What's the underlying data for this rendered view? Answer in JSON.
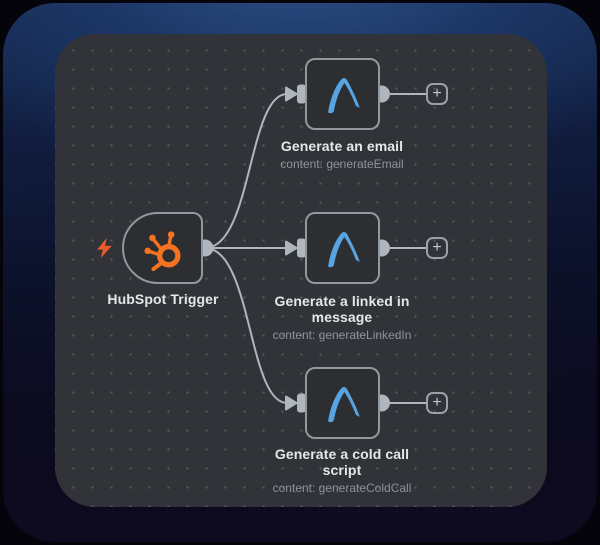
{
  "workflow": {
    "trigger": {
      "label": "HubSpot Trigger",
      "icon": "hubspot-sprocket-icon",
      "badge_icon": "lightning-bolt-icon"
    },
    "actions": [
      {
        "label": "Generate an email",
        "meta": "content: generateEmail",
        "icon": "anthropic-logo-icon"
      },
      {
        "label": "Generate a linked in message",
        "meta": "content: generateLinkedIn",
        "icon": "anthropic-logo-icon"
      },
      {
        "label": "Generate a cold call script",
        "meta": "content: generateColdCall",
        "icon": "anthropic-logo-icon"
      }
    ]
  },
  "ui": {
    "plus_glyph": "+",
    "colors": {
      "canvas_bg": "#313338",
      "canvas_dot": "#56575b",
      "node_bg": "#2c2e31",
      "node_border": "#94989e",
      "wire_gray": "#b0b6bd",
      "label_text": "#e4e6e9",
      "meta_text": "#8f9298",
      "hubspot_orange": "#f57320",
      "bolt_orange": "#e85d2b",
      "logo_blue": "#58a3e1",
      "frame_blue": "#1c3766"
    }
  }
}
